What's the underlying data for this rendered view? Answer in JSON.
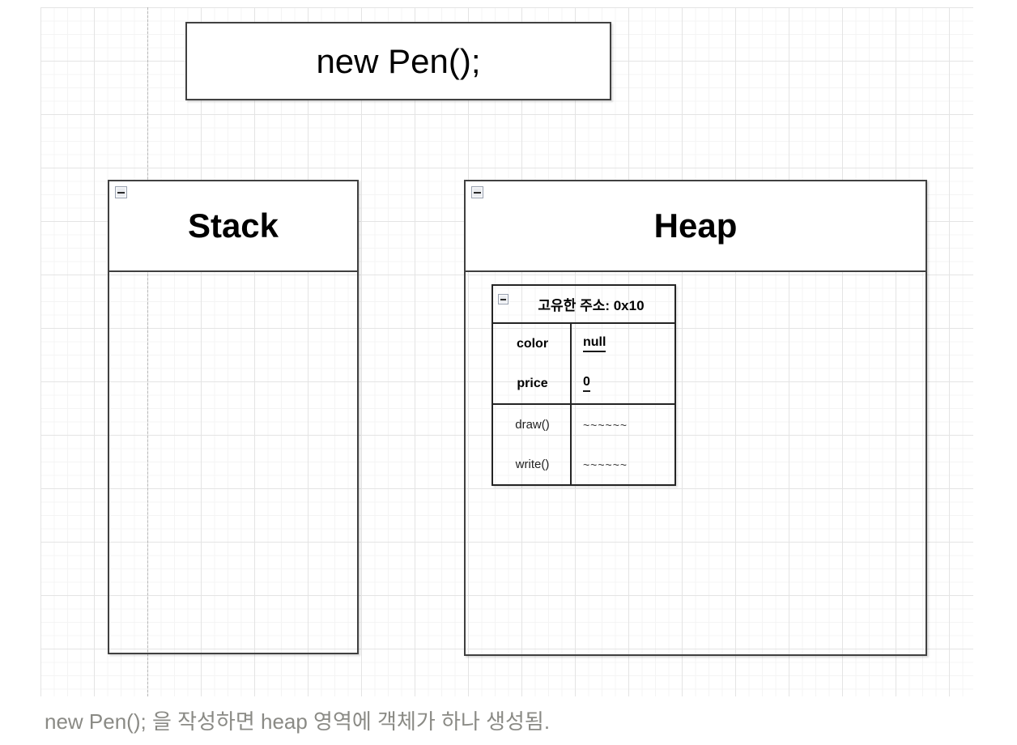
{
  "diagram": {
    "code_box": {
      "text": "new Pen();"
    },
    "stack": {
      "title": "Stack"
    },
    "heap": {
      "title": "Heap",
      "object": {
        "header": "고유한 주소: 0x10",
        "fields": [
          {
            "name": "color",
            "value": "null"
          },
          {
            "name": "price",
            "value": "0"
          }
        ],
        "methods": [
          {
            "name": "draw()",
            "value": "~~~~~~"
          },
          {
            "name": "write()",
            "value": "~~~~~~"
          }
        ]
      }
    }
  },
  "caption": {
    "text": "new Pen(); 을 작성하면 heap 영역에 객체가 하나 생성됨."
  },
  "colors": {
    "shape_border": "#404040",
    "table_border": "#242424",
    "grid_minor": "#f4f4f4",
    "grid_major": "#e4e4e4",
    "page_boundary_dash": "#b7b7b7",
    "caption_text": "#8a8a85",
    "collapse_icon_bg": "#e9ebef",
    "collapse_icon_border": "#99a1b0"
  }
}
